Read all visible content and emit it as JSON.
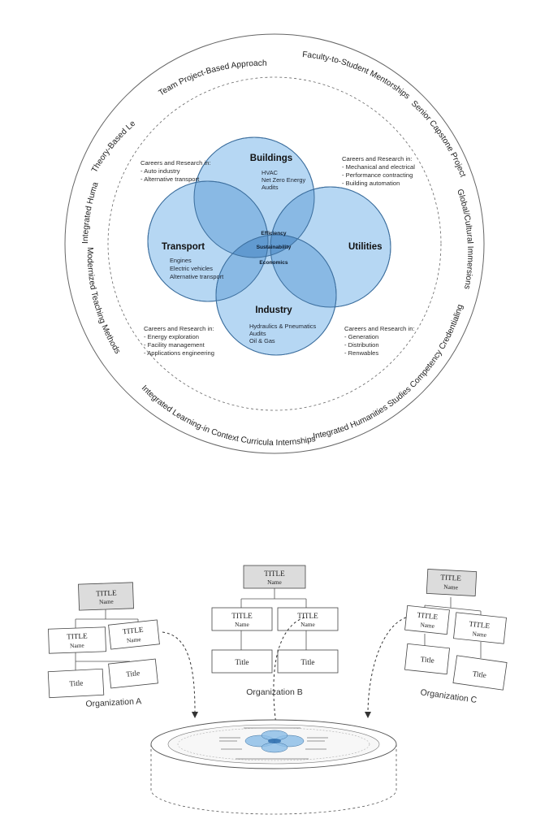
{
  "outer_ring": {
    "labels": [
      "Theory-Based Learning",
      "Team Project-Based Approach",
      "Faculty-to-Student Mentorships",
      "Senior Capstone Projects",
      "Global/Cultural Immersions",
      "Integrated Humanities Studies Competency Credentialing",
      "Integrated Learning-in Context Curricula Internships",
      "Modernized Teaching Methods",
      "Integrated Humanities"
    ]
  },
  "venn": {
    "colors": {
      "fill": "#8fc0e8",
      "stroke": "#3d6f9e",
      "core": "#2f6fae"
    },
    "categories": {
      "buildings": {
        "title": "Buildings",
        "items": [
          "HVAC",
          "Net Zero Energy",
          "Audits"
        ]
      },
      "transport": {
        "title": "Transport",
        "items": [
          "Engines",
          "Electric vehicles",
          "Alternative transport"
        ]
      },
      "utilities": {
        "title": "Utilities",
        "items": []
      },
      "industry": {
        "title": "Industry",
        "items": [
          "Hydraulics & Pneumatics",
          "Audits",
          "Oil & Gas"
        ]
      }
    },
    "center": [
      "Efficiency",
      "Sustainability",
      "Economics"
    ]
  },
  "careers": {
    "top_left": {
      "heading": "Careers and Research in:",
      "items": [
        "- Auto industry",
        "- Alternative transport"
      ]
    },
    "top_right": {
      "heading": "Careers and Research in:",
      "items": [
        "- Mechanical and electrical",
        "- Performance contracting",
        "- Building automation"
      ]
    },
    "bottom_left": {
      "heading": "Careers and Research in:",
      "items": [
        "- Energy exploration",
        "- Facility management",
        "- Applications engineering"
      ]
    },
    "bottom_right": {
      "heading": "Careers and Research in:",
      "items": [
        "- Generation",
        "- Distribution",
        "- Renwables"
      ]
    }
  },
  "organizations": [
    {
      "label": "Organization A",
      "top": {
        "title": "TITLE",
        "name": "Name"
      },
      "middle": [
        {
          "title": "TITLE",
          "name": "Name"
        },
        {
          "title": "TITLE",
          "name": "Name"
        }
      ],
      "bottom": [
        "Title",
        "Title"
      ]
    },
    {
      "label": "Organization B",
      "top": {
        "title": "TITLE",
        "name": "Name"
      },
      "middle": [
        {
          "title": "TITLE",
          "name": "Name"
        },
        {
          "title": "TITLE",
          "name": "Name"
        }
      ],
      "bottom": [
        "Title",
        "Title"
      ]
    },
    {
      "label": "Organization C",
      "top": {
        "title": "TITLE",
        "name": "Name"
      },
      "middle": [
        {
          "title": "TITLE",
          "name": "Name"
        },
        {
          "title": "TITLE",
          "name": "Name"
        }
      ],
      "bottom": [
        "Title",
        "Title"
      ]
    }
  ]
}
